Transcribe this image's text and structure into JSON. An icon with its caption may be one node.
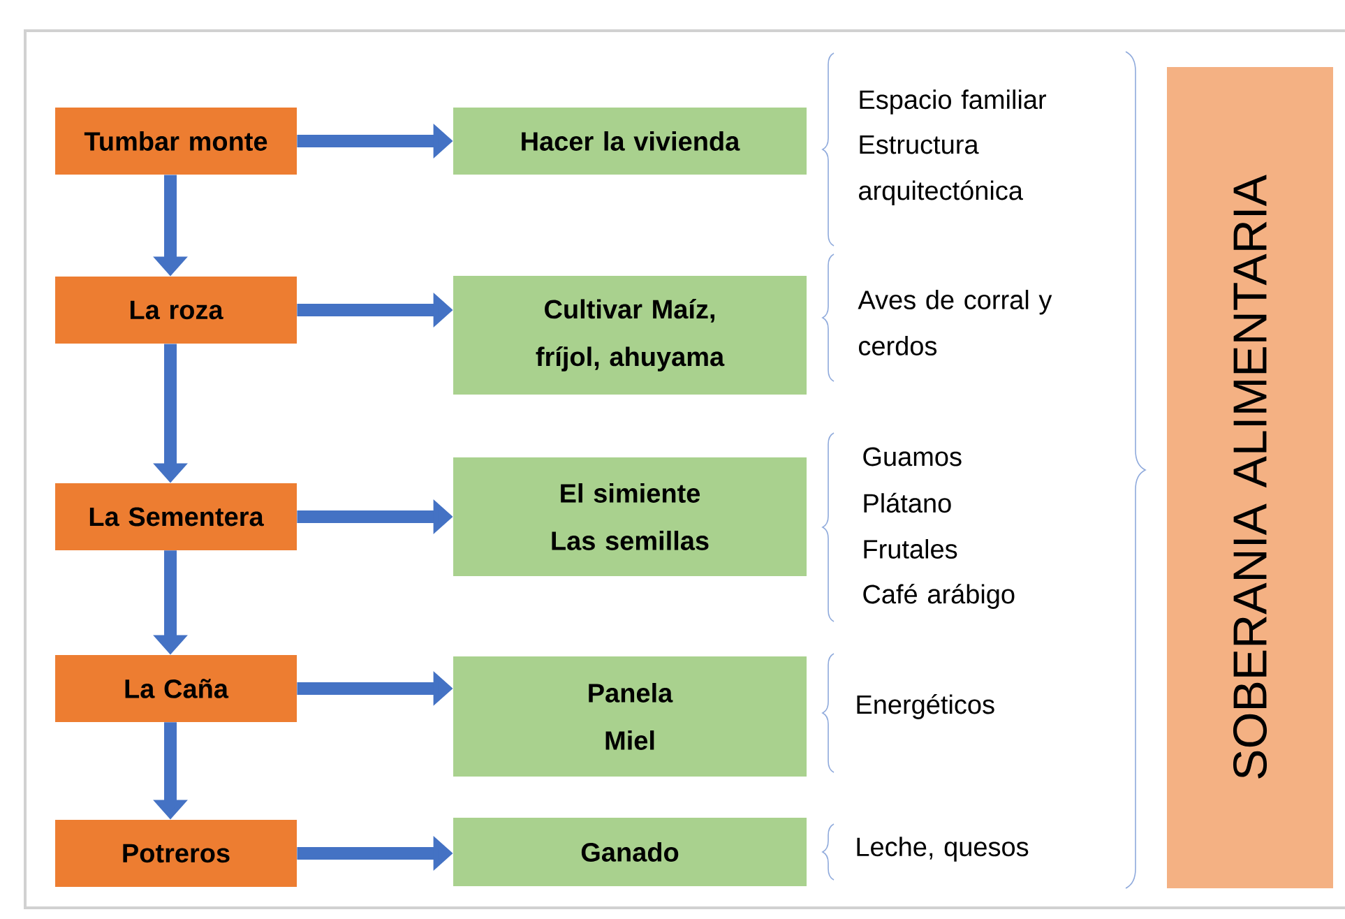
{
  "diagram": {
    "nodes": [
      {
        "text": [
          "Tumbar monte"
        ]
      },
      {
        "text": [
          "La roza"
        ]
      },
      {
        "text": [
          "La Sementera"
        ]
      },
      {
        "text": [
          "La Caña"
        ]
      },
      {
        "text": [
          "Potreros"
        ]
      },
      {
        "text": [
          "Hacer la vivienda"
        ]
      },
      {
        "text": [
          "Cultivar Maíz, fríjol, ahuyama"
        ]
      },
      {
        "text": [
          "El simiente",
          "Las semillas"
        ]
      },
      {
        "text": [
          "Panela",
          "Miel"
        ]
      },
      {
        "text": [
          "Ganado"
        ]
      },
      {
        "text": [
          "SOBERANIA ALIMENTARIA"
        ]
      }
    ],
    "edges": [
      {
        "from": 0,
        "to": 1,
        "arrow": "to"
      },
      {
        "from": 1,
        "to": 2,
        "arrow": "to"
      },
      {
        "from": 2,
        "to": 3,
        "arrow": "to"
      },
      {
        "from": 3,
        "to": 4,
        "arrow": "to"
      },
      {
        "from": 0,
        "to": 5,
        "arrow": "to"
      },
      {
        "from": 1,
        "to": 6,
        "arrow": "to"
      },
      {
        "from": 2,
        "to": 7,
        "arrow": "to"
      },
      {
        "from": 3,
        "to": 8,
        "arrow": "to"
      },
      {
        "from": 4,
        "to": 9,
        "arrow": "to"
      }
    ],
    "labels": [
      "Espacio familiar",
      "Estructura arquitectónica",
      "Aves de corral y cerdos",
      "Guamos",
      "Plátano",
      "Frutales",
      "Café arábigo",
      "Energéticos",
      "Leche, quesos"
    ]
  }
}
